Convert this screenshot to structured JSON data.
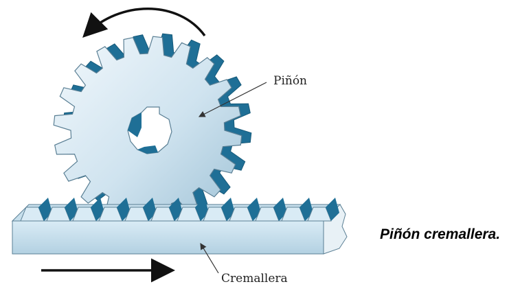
{
  "labels": {
    "pinion": "Piñón",
    "rack": "Cremallera"
  },
  "caption": "Piñón cremallera.",
  "colors": {
    "metal_light": "#d6e8f2",
    "metal_mid": "#a9cadc",
    "tooth_dark": "#1f6f96",
    "outline": "#5a7f94",
    "arrow": "#111111"
  }
}
